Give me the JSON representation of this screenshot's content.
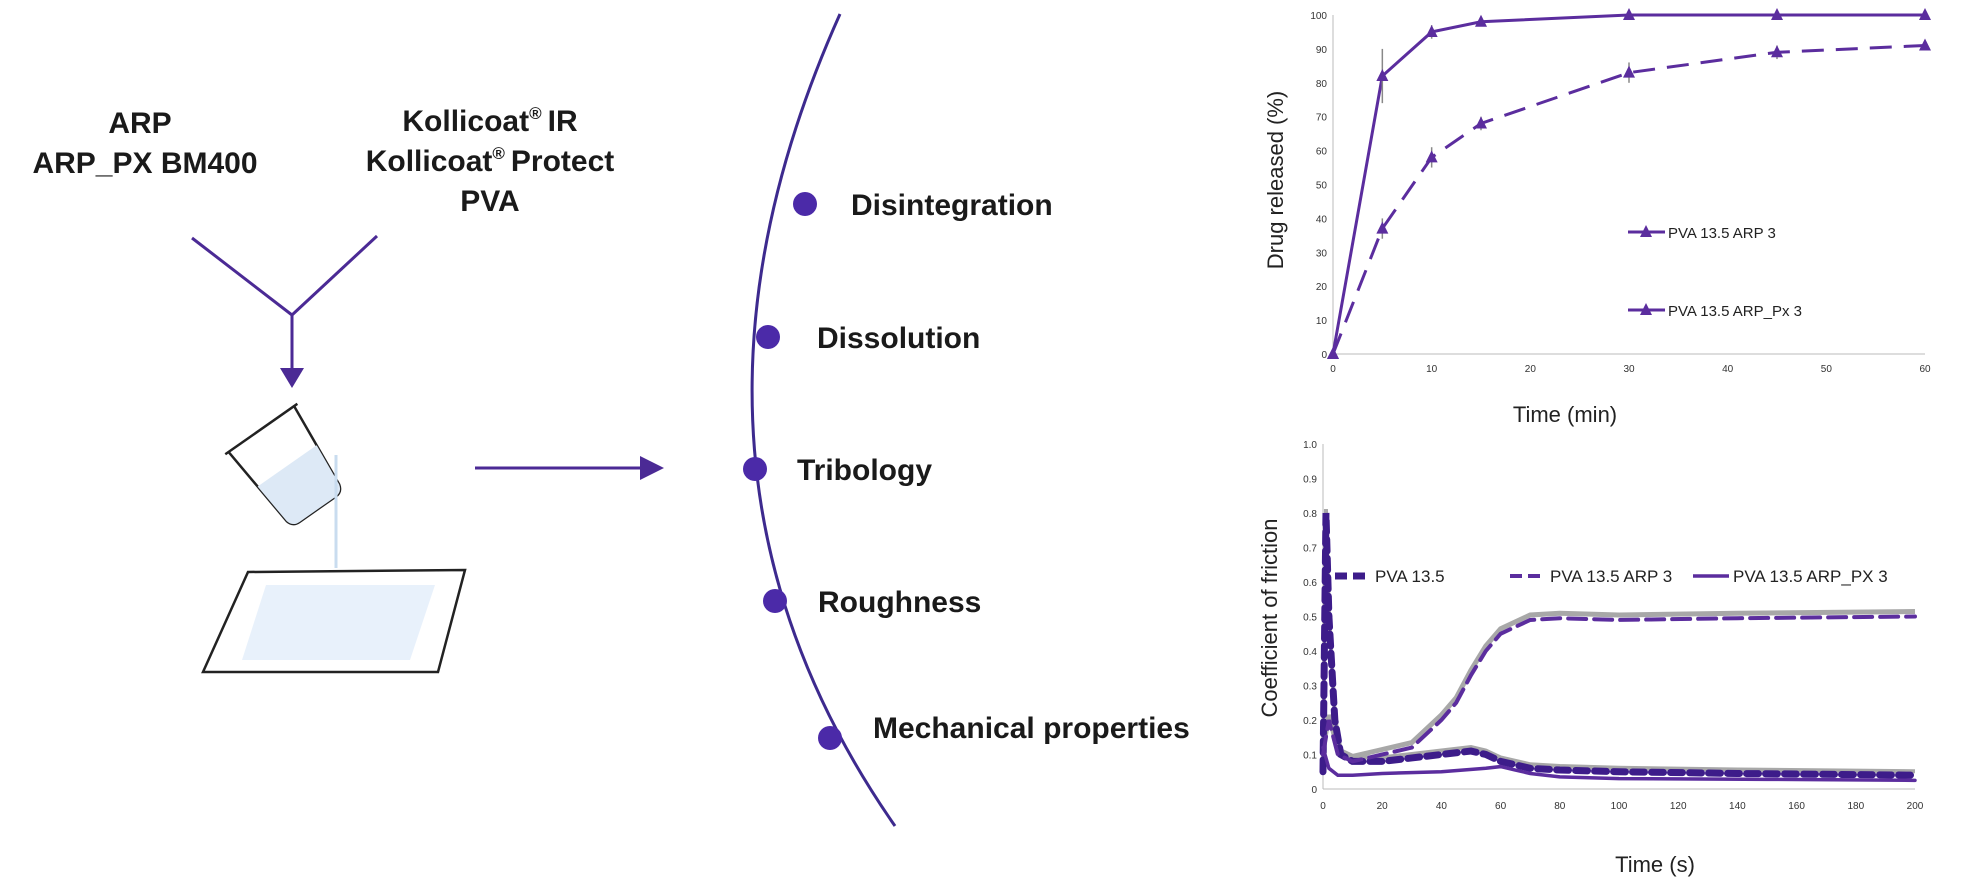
{
  "inputs": {
    "drugs": [
      "ARP",
      "ARP_PX BM400"
    ],
    "polymers": [
      "Kollicoat",
      "Kollicoat",
      "PVA"
    ],
    "polymer_suffixes": [
      "IR",
      "Protect",
      ""
    ],
    "registered_mark": "®"
  },
  "properties": [
    "Disintegration",
    "Dissolution",
    "Tribology",
    "Roughness",
    "Mechanical properties"
  ],
  "colors": {
    "accent": "#5b2d9e",
    "dark": "#3d1c8a",
    "grey": "#a8a8a8"
  },
  "chart_data": [
    {
      "type": "line",
      "ylabel": "Drug released (%)",
      "xlabel": "Time (min)",
      "xlim": [
        0,
        60
      ],
      "ylim": [
        0,
        100
      ],
      "xticks": [
        0,
        10,
        20,
        30,
        40,
        50,
        60
      ],
      "yticks": [
        0,
        10,
        20,
        30,
        40,
        50,
        60,
        70,
        80,
        90,
        100
      ],
      "series": [
        {
          "name": "PVA 13.5 ARP 3",
          "style": "dashed",
          "x": [
            0,
            5,
            10,
            15,
            30,
            45,
            60
          ],
          "y": [
            0,
            37,
            58,
            68,
            83,
            89,
            91
          ],
          "err": [
            0,
            3,
            3,
            2,
            3,
            2,
            1
          ]
        },
        {
          "name": "PVA 13.5 ARP_Px 3",
          "style": "solid",
          "x": [
            0,
            5,
            10,
            15,
            30,
            45,
            60
          ],
          "y": [
            0,
            82,
            95,
            98,
            100,
            100,
            100
          ],
          "err": [
            0,
            8,
            2,
            1,
            0,
            0,
            0
          ]
        }
      ]
    },
    {
      "type": "line",
      "ylabel": "Coefficient of friction",
      "xlabel": "Time (s)",
      "xlim": [
        0,
        200
      ],
      "ylim": [
        0,
        1.0
      ],
      "xticks": [
        0,
        20,
        40,
        60,
        80,
        100,
        120,
        140,
        160,
        180,
        200
      ],
      "yticks": [
        "0",
        "0.1",
        "0.2",
        "0.3",
        "0.4",
        "0.5",
        "0.6",
        "0.7",
        "0.8",
        "0.9",
        "1.0"
      ],
      "series": [
        {
          "name": "PVA 13.5",
          "style": "dashed-thick",
          "x": [
            0,
            1,
            2,
            4,
            6,
            10,
            20,
            30,
            40,
            50,
            55,
            60,
            70,
            80,
            100,
            140,
            200
          ],
          "y": [
            0.05,
            0.8,
            0.5,
            0.2,
            0.1,
            0.08,
            0.08,
            0.09,
            0.1,
            0.11,
            0.1,
            0.08,
            0.06,
            0.055,
            0.05,
            0.045,
            0.04
          ]
        },
        {
          "name": "PVA 13.5 ARP 3",
          "style": "dashed",
          "x": [
            0,
            2,
            5,
            10,
            20,
            30,
            40,
            45,
            50,
            55,
            60,
            70,
            80,
            100,
            140,
            200
          ],
          "y": [
            0.1,
            0.2,
            0.1,
            0.08,
            0.1,
            0.12,
            0.2,
            0.25,
            0.33,
            0.4,
            0.45,
            0.49,
            0.495,
            0.49,
            0.495,
            0.5
          ]
        },
        {
          "name": "PVA 13.5 ARP_PX 3",
          "style": "solid",
          "x": [
            0,
            2,
            5,
            10,
            20,
            40,
            55,
            60,
            65,
            70,
            80,
            100,
            150,
            200
          ],
          "y": [
            0.12,
            0.06,
            0.04,
            0.04,
            0.045,
            0.05,
            0.06,
            0.065,
            0.055,
            0.045,
            0.035,
            0.03,
            0.028,
            0.025
          ]
        }
      ]
    }
  ]
}
